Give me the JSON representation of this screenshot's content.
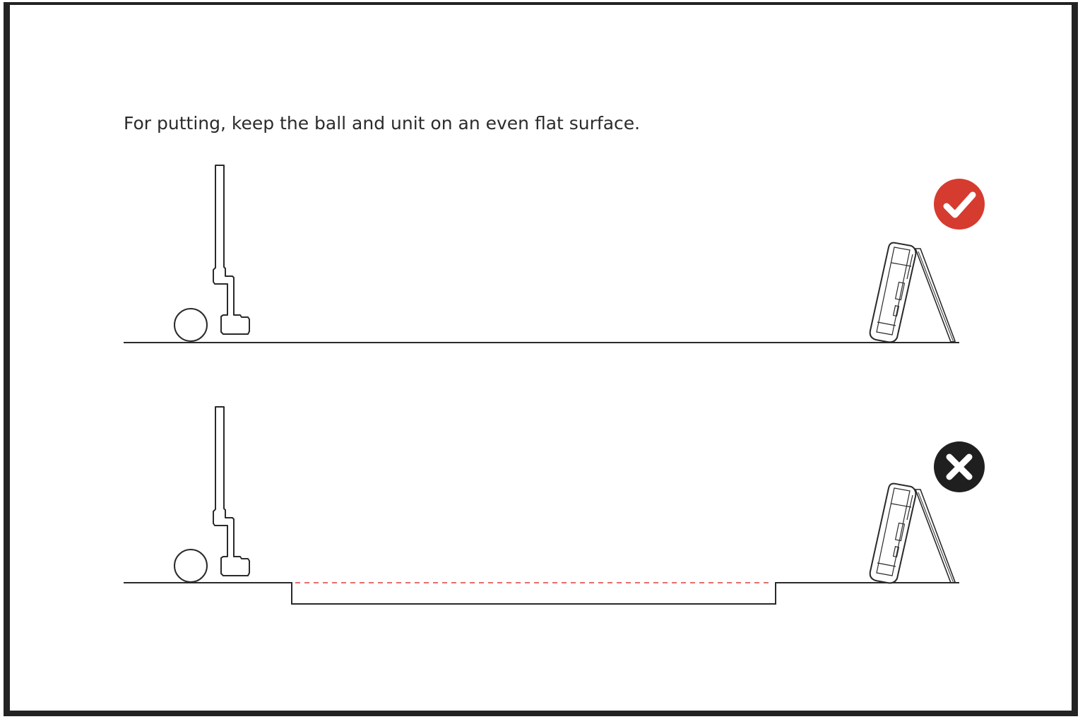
{
  "instruction": {
    "text": "For putting, keep the ball and unit on an even flat surface."
  },
  "panels": [
    {
      "name": "correct-setup",
      "status": "correct",
      "status_icon": "check-icon",
      "status_color": "#d63b2f",
      "surface": "flat"
    },
    {
      "name": "incorrect-setup",
      "status": "incorrect",
      "status_icon": "x-icon",
      "status_color": "#1f1f1f",
      "surface": "uneven (dip between ball and unit)",
      "reference_line_color": "#e03c3c"
    }
  ],
  "colors": {
    "line": "#2a2a2a",
    "frame": "#232323",
    "background": "#ffffff"
  }
}
